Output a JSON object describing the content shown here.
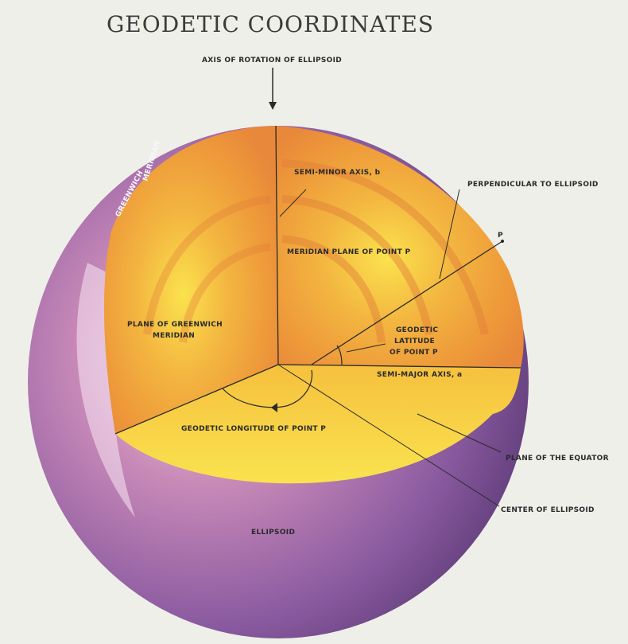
{
  "title": "GEODETIC COORDINATES",
  "labels": {
    "axis_rotation": "AXIS OF ROTATION OF ELLIPSOID",
    "semi_minor": "SEMI-MINOR AXIS, b",
    "perpendicular": "PERPENDICULAR TO ELLIPSOID",
    "point_p": "P",
    "greenwich_meridian_1": "GREENWICH",
    "greenwich_meridian_2": "MERIDIAN",
    "meridian_plane": "MERIDIAN PLANE OF POINT P",
    "plane_greenwich_1": "PLANE OF GREENWICH",
    "plane_greenwich_2": "MERIDIAN",
    "geodetic_latitude_1": "GEODETIC",
    "geodetic_latitude_2": "LATITUDE",
    "geodetic_latitude_3": "OF POINT P",
    "semi_major": "SEMI-MAJOR AXIS, a",
    "geodetic_longitude": "GEODETIC LONGITUDE OF POINT P",
    "plane_equator": "PLANE OF THE EQUATOR",
    "center": "CENTER OF ELLIPSOID",
    "ellipsoid": "ELLIPSOID"
  },
  "colors": {
    "shell_purple": "#8a5aa0",
    "shell_pink": "#c98ab8",
    "cut_orange": "#f0a438",
    "cut_yellow": "#f8d84a",
    "line": "#2b2b2b"
  }
}
